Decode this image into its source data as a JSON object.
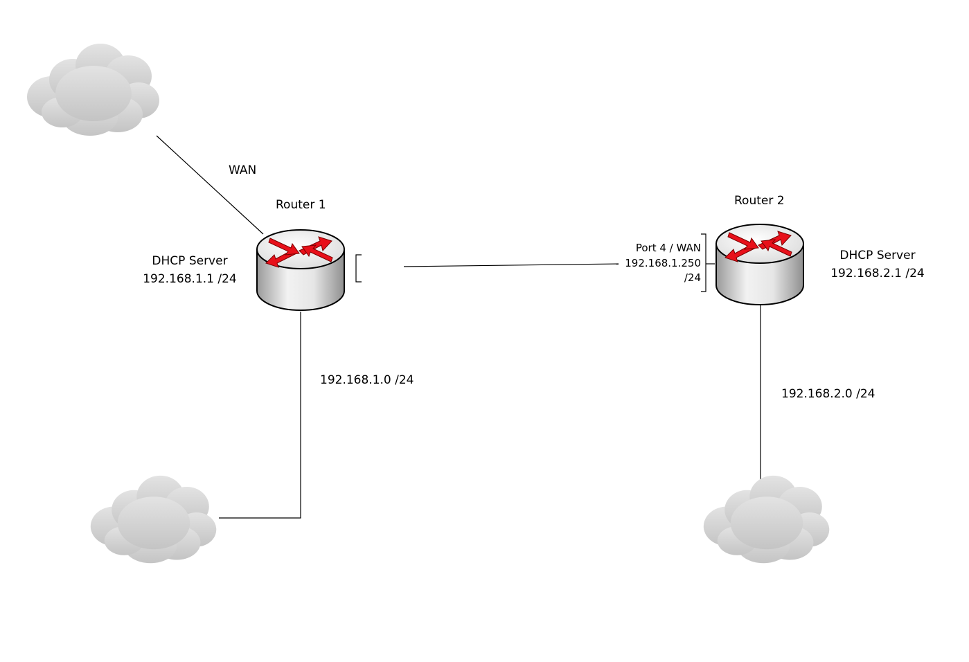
{
  "labels": {
    "wan": "WAN",
    "router1": "Router 1",
    "router2": "Router 2",
    "r1_dhcp_title": "DHCP Server",
    "r1_dhcp_ip": "192.168.1.1 /24",
    "r2_dhcp_title": "DHCP Server",
    "r2_dhcp_ip": "192.168.2.1 /24",
    "subnet1": "192.168.1.0 /24",
    "subnet2": "192.168.2.0 /24",
    "port_line1": "Port 4 / WAN",
    "port_line2": "192.168.1.250",
    "port_line3": "/24"
  },
  "colors": {
    "arrow": "#e8101a",
    "router_body": "#dcdcdc",
    "cloud": "#cfcfcf",
    "line": "#000000"
  }
}
